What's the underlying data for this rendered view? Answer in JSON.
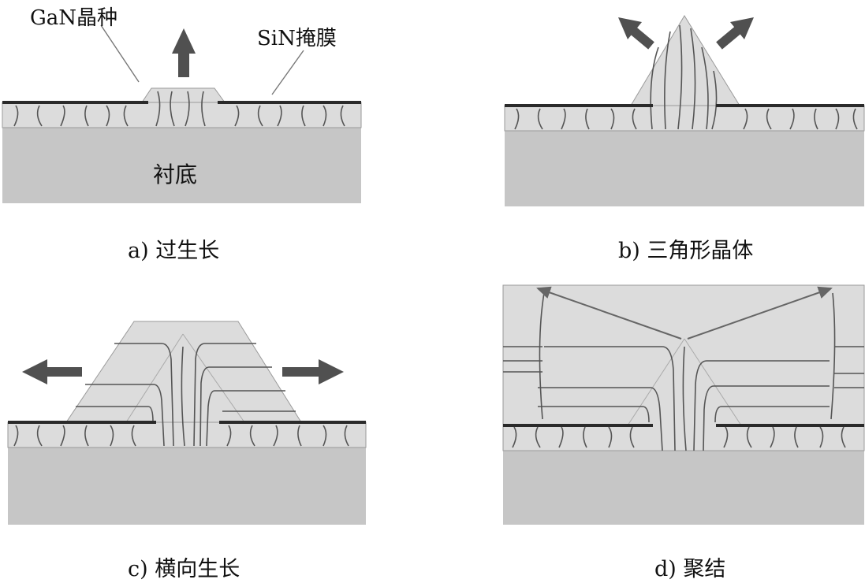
{
  "colors": {
    "substrate": "#c6c6c6",
    "gan": "#dcdcdc",
    "mask": "#2a2a2a",
    "lines": "#555555",
    "arrow": "#505050"
  },
  "panel_a": {
    "caption": "a) 过生长",
    "seed_label": "GaN晶种",
    "mask_label": "SiN掩膜",
    "substrate_label": "衬底"
  },
  "panel_b": {
    "caption": "b) 三角形晶体"
  },
  "panel_c": {
    "caption": "c) 横向生长"
  },
  "panel_d": {
    "caption": "d) 聚结"
  }
}
